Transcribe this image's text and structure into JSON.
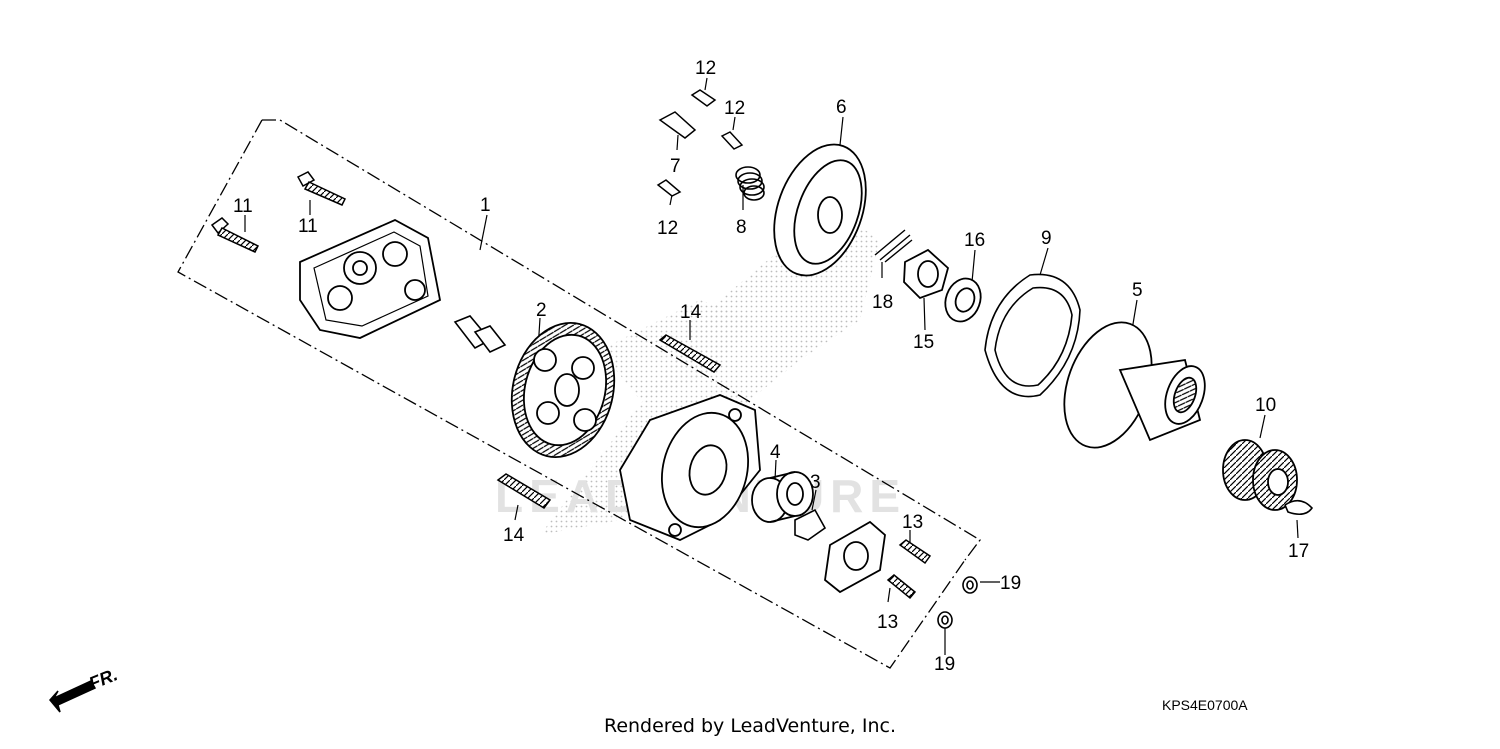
{
  "callouts": [
    {
      "label": "1"
    },
    {
      "label": "2"
    },
    {
      "label": "3"
    },
    {
      "label": "4"
    },
    {
      "label": "5"
    },
    {
      "label": "6"
    },
    {
      "label": "7"
    },
    {
      "label": "8"
    },
    {
      "label": "9"
    },
    {
      "label": "10"
    },
    {
      "label": "11"
    },
    {
      "label": "11"
    },
    {
      "label": "12"
    },
    {
      "label": "12"
    },
    {
      "label": "12"
    },
    {
      "label": "13"
    },
    {
      "label": "13"
    },
    {
      "label": "14"
    },
    {
      "label": "14"
    },
    {
      "label": "15"
    },
    {
      "label": "16"
    },
    {
      "label": "17"
    },
    {
      "label": "18"
    },
    {
      "label": "19"
    },
    {
      "label": "19"
    }
  ],
  "direction_label": "FR.",
  "watermark_text": "LEADVENTURE",
  "diagram_code": "KPS4E0700A",
  "caption": "Rendered by LeadVenture, Inc."
}
